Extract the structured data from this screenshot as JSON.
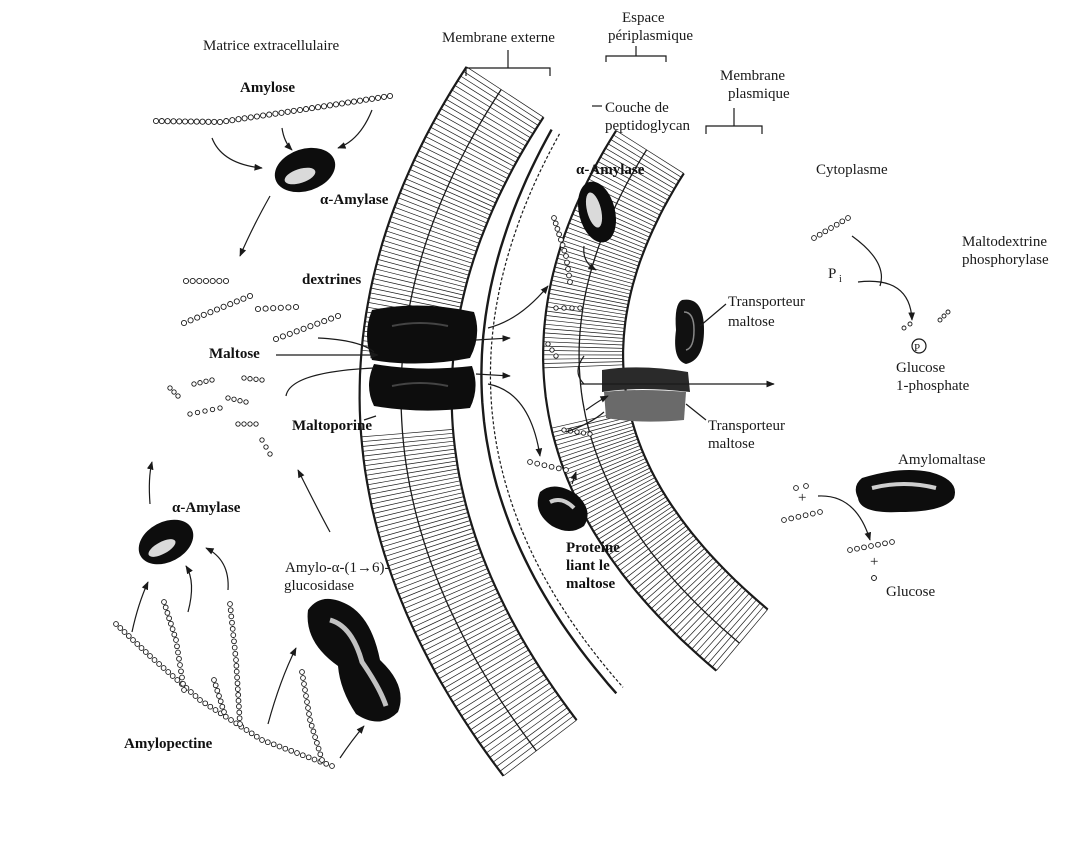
{
  "labels": {
    "matrix": "Matrice extracellulaire",
    "amylose": "Amylose",
    "amylase_top": "α-Amylase",
    "dextrines": "dextrines",
    "maltose": "Maltose",
    "maltoporine": "Maltoporine",
    "amylase_left": "α-Amylase",
    "amylo_glucosidase_1": "Amylo-α-(1→6)-",
    "amylo_glucosidase_2": "glucosidase",
    "amylopectine": "Amylopectine",
    "outer_membrane": "Membrane externe",
    "periplasmic_1": "Espace",
    "periplasmic_2": "périplasmique",
    "peptidoglycan_1": "Couche de",
    "peptidoglycan_2": "peptidoglycan",
    "plasma_membrane_1": "Membrane",
    "plasma_membrane_2": "plasmique",
    "amylase_peri": "α-Amylase",
    "binding_protein_1": "Proteine",
    "binding_protein_2": "liant le",
    "binding_protein_3": "maltose",
    "transporter_top_1": "Transporteur",
    "transporter_top_2": "maltose",
    "transporter_bottom_1": "Transporteur",
    "transporter_bottom_2": "maltose",
    "cytoplasm": "Cytoplasme",
    "phosphorylase_1": "Maltodextrine",
    "phosphorylase_2": "phosphorylase",
    "pi": "P",
    "pi_sub": "i",
    "phosphate_p": "P",
    "glucose_phosphate_1": "Glucose",
    "glucose_phosphate_2": "1-phosphate",
    "amylomaltase": "Amylomaltase",
    "plus_1": "+",
    "plus_2": "+",
    "glucose": "Glucose"
  },
  "colors": {
    "ink": "#1a1a1a",
    "protein": "#0d0d0d",
    "background": "#ffffff"
  }
}
